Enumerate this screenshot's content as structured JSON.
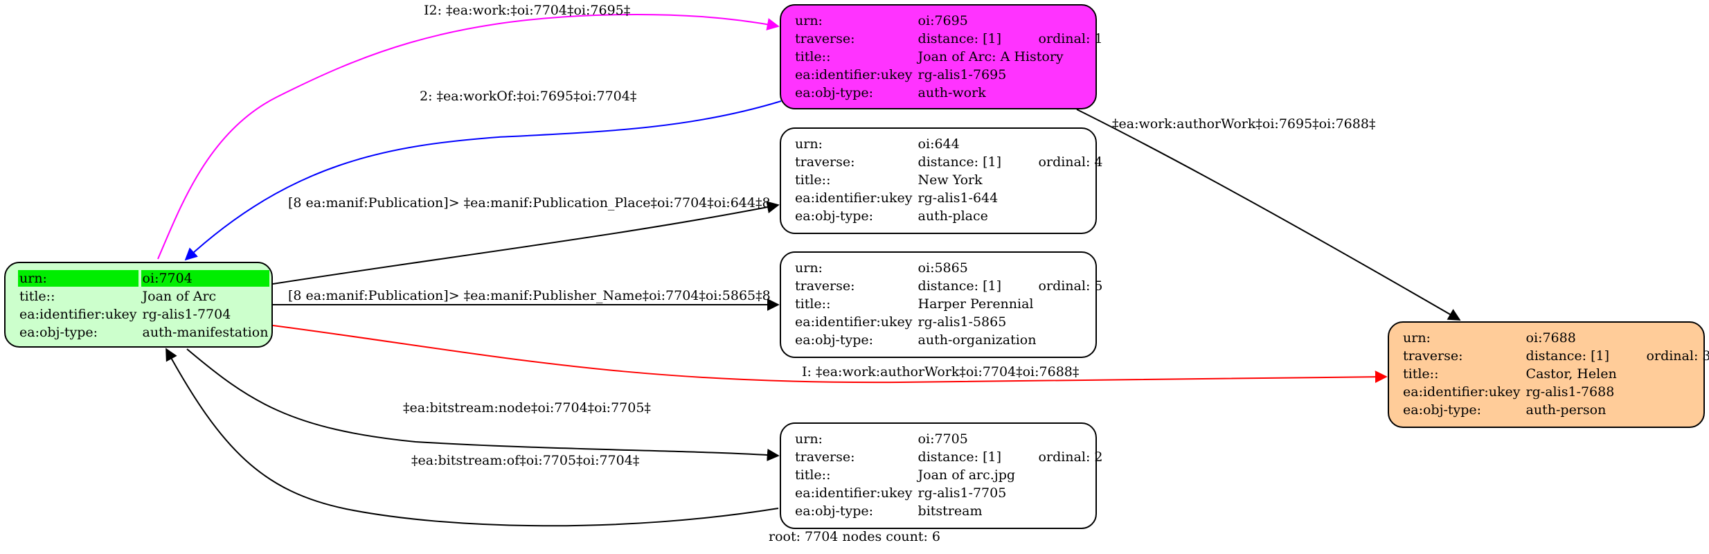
{
  "colors": {
    "root_fill": "#ccffcc",
    "root_highlight": "#00ee00",
    "work_fill": "#ff33ff",
    "person_fill": "#ffcc99",
    "plain_fill": "#ffffff",
    "edge_magenta": "#ff00ff",
    "edge_blue": "#0000ff",
    "edge_red": "#ff0000",
    "edge_black": "#000000"
  },
  "nodes": {
    "root": {
      "rows": [
        {
          "k": "urn:",
          "v": "oi:7704"
        },
        {
          "k": "title::",
          "v": "Joan of Arc"
        },
        {
          "k": "ea:identifier:ukey",
          "v": "rg-alis1-7704"
        },
        {
          "k": "ea:obj-type:",
          "v": "auth-manifestation"
        }
      ]
    },
    "work": {
      "urn": "oi:7695",
      "distance": "distance: [1]",
      "ordinal": "ordinal: 1",
      "title": "Joan of Arc: A History",
      "ukey": "rg-alis1-7695",
      "type": "auth-work"
    },
    "place": {
      "urn": "oi:644",
      "distance": "distance: [1]",
      "ordinal": "ordinal: 4",
      "title": "New York",
      "ukey": "rg-alis1-644",
      "type": "auth-place"
    },
    "org": {
      "urn": "oi:5865",
      "distance": "distance: [1]",
      "ordinal": "ordinal: 5",
      "title": "Harper Perennial",
      "ukey": "rg-alis1-5865",
      "type": "auth-organization"
    },
    "bitstream": {
      "urn": "oi:7705",
      "distance": "distance: [1]",
      "ordinal": "ordinal: 2",
      "title": "Joan of arc.jpg",
      "ukey": "rg-alis1-7705",
      "type": "bitstream"
    },
    "person": {
      "urn": "oi:7688",
      "distance": "distance: [1]",
      "ordinal": "ordinal: 3",
      "title": "Castor, Helen",
      "ukey": "rg-alis1-7688",
      "type": "auth-person"
    }
  },
  "keys": {
    "urn": "urn:",
    "traverse": "traverse:",
    "title": "title::",
    "ukey": "ea:identifier:ukey",
    "type": "ea:obj-type:"
  },
  "edges": {
    "work_link": "I2: ‡ea:work:‡oi:7704‡oi:7695‡",
    "work_of": "2: ‡ea:workOf:‡oi:7695‡oi:7704‡",
    "author_work_from_work": "‡ea:work:authorWork‡oi:7695‡oi:7688‡",
    "publication_place": "[8 ea:manif:Publication]> ‡ea:manif:Publication_Place‡oi:7704‡oi:644‡8",
    "publisher_name": "[8 ea:manif:Publication]> ‡ea:manif:Publisher_Name‡oi:7704‡oi:5865‡8",
    "author_work_inferred": "I: ‡ea:work:authorWork‡oi:7704‡oi:7688‡",
    "bitstream_node": "‡ea:bitstream:node‡oi:7704‡oi:7705‡",
    "bitstream_of": "‡ea:bitstream:of‡oi:7705‡oi:7704‡"
  },
  "footer": "root: 7704 nodes count: 6"
}
